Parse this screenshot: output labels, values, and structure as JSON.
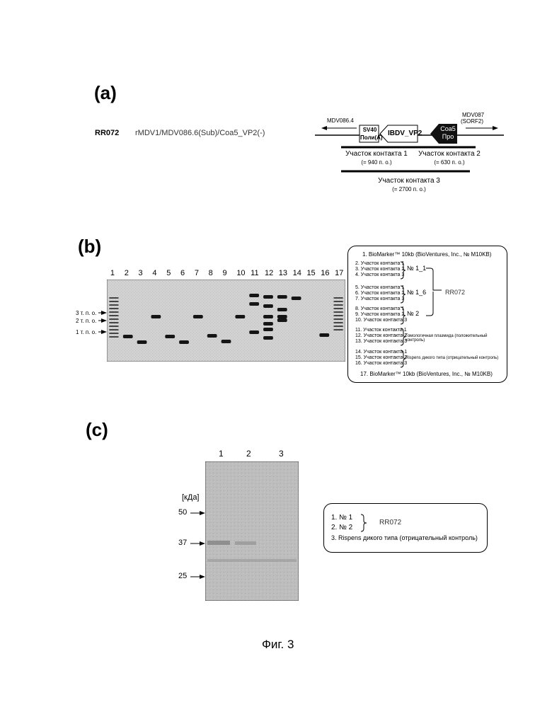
{
  "panel_a": {
    "label": "(a)",
    "construct_id": "RR072",
    "construct_name": "rMDV1/MDV086.6(Sub)/Coa5_VP2(-)",
    "left_gene": "MDV086.4",
    "right_gene_line1": "MDV087",
    "right_gene_line2": "(SORF2)",
    "sv40_line1": "SV40",
    "sv40_line2": "Поли(A)",
    "ibdv": "IBDV_VP2",
    "coa5_line1": "Coa5",
    "coa5_line2": "Про",
    "junction1_label": "Участок контакта 1",
    "junction1_size": "(= 940 п. о.)",
    "junction2_label": "Участок контакта 2",
    "junction2_size": "(= 630 п. о.)",
    "junction3_label": "Участок контакта 3",
    "junction3_size": "(= 2700 п. о.)"
  },
  "panel_b": {
    "label": "(b)",
    "lanes": [
      "1",
      "2",
      "3",
      "4",
      "5",
      "6",
      "7",
      "8",
      "9",
      "10",
      "11",
      "12",
      "13",
      "14",
      "15",
      "16",
      "17"
    ],
    "markers": [
      "3 т. п. о.",
      "2 т. п. о.",
      "1 т. п. о."
    ],
    "legend": {
      "item1": "1. BioMarker™ 10kb (BioVentures, Inc., № M10KB)",
      "group1": [
        "2. Участок контакта 1",
        "3. Участок контакта 2",
        "4. Участок контакта 3"
      ],
      "group1_label": "№ 1_1",
      "group2": [
        "5. Участок контакта 1",
        "6. Участок контакта 2",
        "7. Участок контакта 3"
      ],
      "group2_label": "№ 1_6",
      "group3": [
        "8. Участок контакта 1",
        "9. Участок контакта 2",
        "10. Участок контакта 3"
      ],
      "group3_label": "№ 2",
      "construct": "RR072",
      "group4": [
        "11. Участок контакта 1",
        "12. Участок контакта 2",
        "13. Участок контакта 3"
      ],
      "group4_label": "Гомологичная плазмида (положительный контроль)",
      "group5": [
        "14. Участок контакта 1",
        "15. Участок контакта 2",
        "16. Участок контакта 3"
      ],
      "group5_label": "Rispens дикого типа (отрицательный контроль)",
      "item17": "17. BioMarker™ 10kb (BioVentures, Inc., № M10KB)"
    }
  },
  "panel_c": {
    "label": "(c)",
    "lanes": [
      "1",
      "2",
      "3"
    ],
    "unit": "[кДа]",
    "markers": [
      "50",
      "37",
      "25"
    ],
    "legend": {
      "line1": "1. № 1",
      "line2": "2. № 2",
      "construct": "RR072",
      "line3": "3. Rispens дикого типа (отрицательный контроль)"
    }
  },
  "caption": "Фиг. 3"
}
